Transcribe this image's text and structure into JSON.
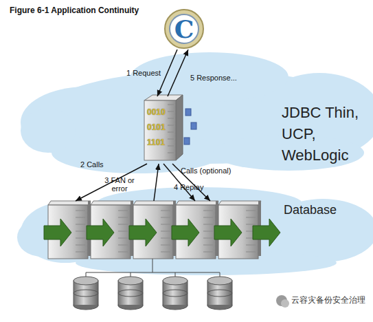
{
  "diagram": {
    "title": "Figure 6-1 Application Continuity",
    "nodes": [
      {
        "text": [
          "C"
        ]
      },
      {
        "text": [
          "JDBC Thin, UCP, WebLogic"
        ]
      },
      {
        "text": [
          "Database"
        ]
      }
    ],
    "edges": [
      {
        "from": 0,
        "to": 1,
        "arrow": "to",
        "label": "1 Request"
      },
      {
        "from": 1,
        "to": 0,
        "arrow": "to",
        "label": "5 Response..."
      },
      {
        "from": 1,
        "to": 2,
        "arrow": "to",
        "label": "2 Calls"
      },
      {
        "from": 2,
        "to": 1,
        "arrow": "to",
        "label": "3 FAN or error"
      },
      {
        "from": 1,
        "to": 2,
        "arrow": "to",
        "label": "4 Replay"
      },
      {
        "from": 1,
        "to": 2,
        "arrow": "to",
        "label": "Calls (optional)"
      }
    ],
    "labels": [
      "0010",
      "0101",
      "1101",
      "云容灾备份安全治理"
    ]
  }
}
